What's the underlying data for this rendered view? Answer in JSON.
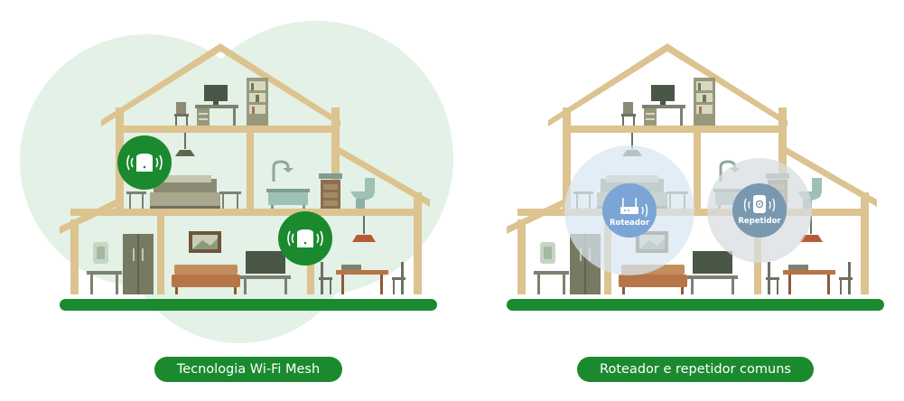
{
  "left_panel": {
    "caption": "Tecnologia Wi-Fi Mesh"
  },
  "right_panel": {
    "caption": "Roteador e repetidor comuns",
    "router_label": "Roteador",
    "repeater_label": "Repetidor"
  },
  "colors": {
    "house_frame": "#dcc38f",
    "mesh_coverage": "#e3f1e6",
    "mesh_node": "#1b8a2e",
    "router_badge": "#7aa5d4",
    "router_coverage": "#d8e6f1",
    "repeater_badge": "#7a99b0",
    "repeater_coverage": "#d8dde2",
    "ground": "#1b8a2e"
  }
}
